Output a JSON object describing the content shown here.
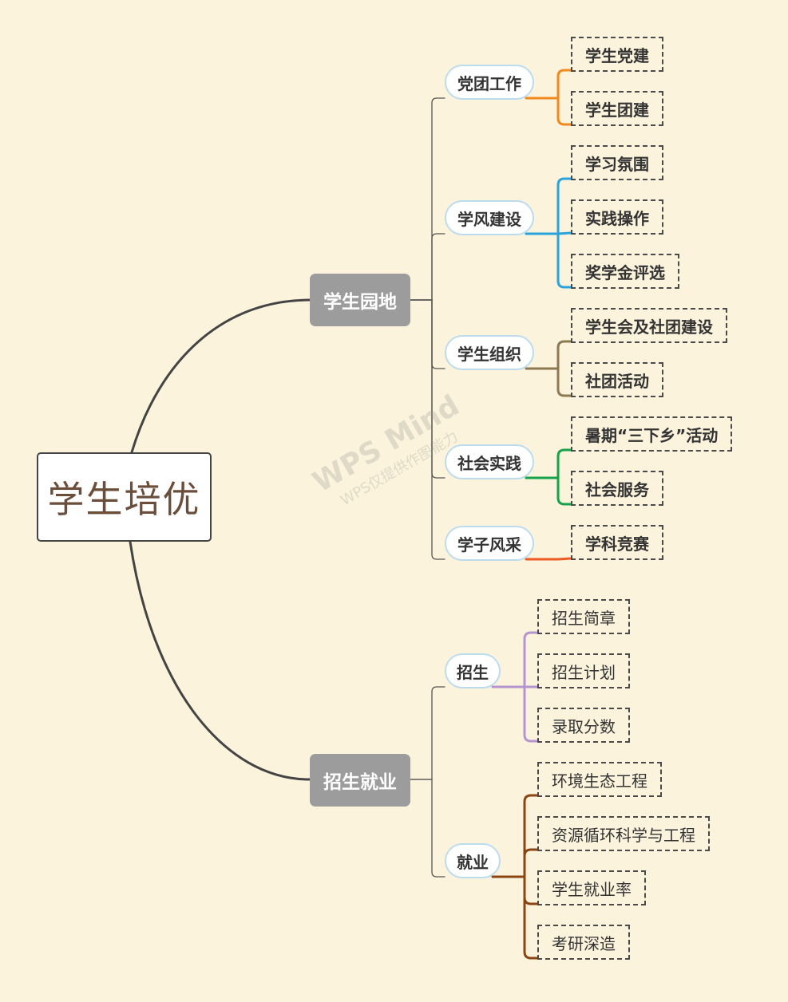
{
  "root": "学生培优",
  "branches": [
    {
      "label": "学生园地",
      "subs": [
        {
          "label": "党团工作",
          "color": "#f0891e",
          "leaves": [
            "学生党建",
            "学生团建"
          ]
        },
        {
          "label": "学风建设",
          "color": "#2aa3dc",
          "leaves": [
            "学习氛围",
            "实践操作",
            "奖学金评选"
          ]
        },
        {
          "label": "学生组织",
          "color": "#8c7a52",
          "leaves": [
            "学生会及社团建设",
            "社团活动"
          ]
        },
        {
          "label": "社会实践",
          "color": "#16a34a",
          "leaves": [
            "暑期“三下乡”活动",
            "社会服务"
          ]
        },
        {
          "label": "学子风采",
          "color": "#ee5a24",
          "leaves": [
            "学科竞赛"
          ]
        }
      ]
    },
    {
      "label": "招生就业",
      "subs": [
        {
          "label": "招生",
          "color": "#b595cf",
          "leaves": [
            "招生简章",
            "招生计划",
            "录取分数"
          ]
        },
        {
          "label": "就业",
          "color": "#8b4513",
          "leaves": [
            "环境生态工程",
            "资源循环科学与工程",
            "学生就业率",
            "考研深造"
          ]
        }
      ]
    }
  ],
  "watermark": {
    "line1": "WPS Mind",
    "line2": "WPS仅提供作图能力"
  }
}
